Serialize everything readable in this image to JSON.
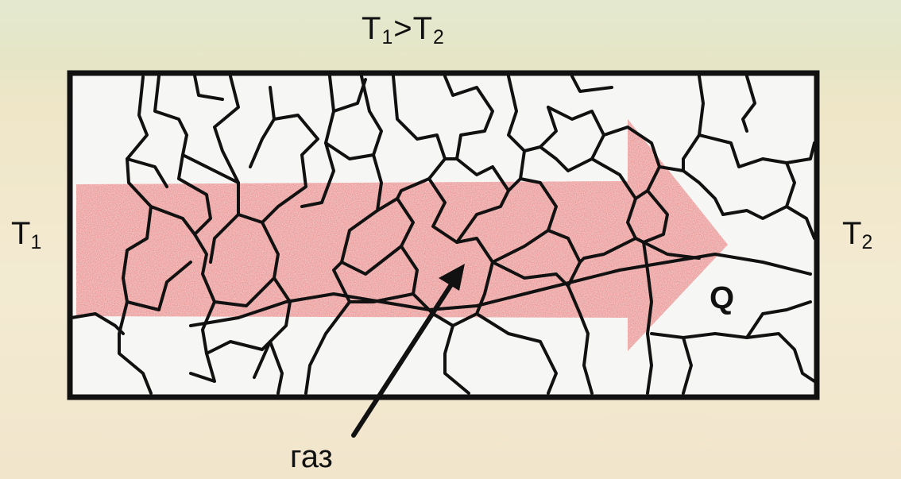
{
  "labels": {
    "top": {
      "base": "T",
      "sub1": "1",
      "sep": ">",
      "base2": "T",
      "sub2": "2"
    },
    "left": {
      "base": "T",
      "sub": "1"
    },
    "right": {
      "base": "T",
      "sub": "2"
    },
    "flow": "Q",
    "gas": "газ"
  },
  "colors": {
    "heat_arrow": "#e34b4b",
    "boundary": "#111111",
    "panel_fill": "#f6f6f6"
  }
}
